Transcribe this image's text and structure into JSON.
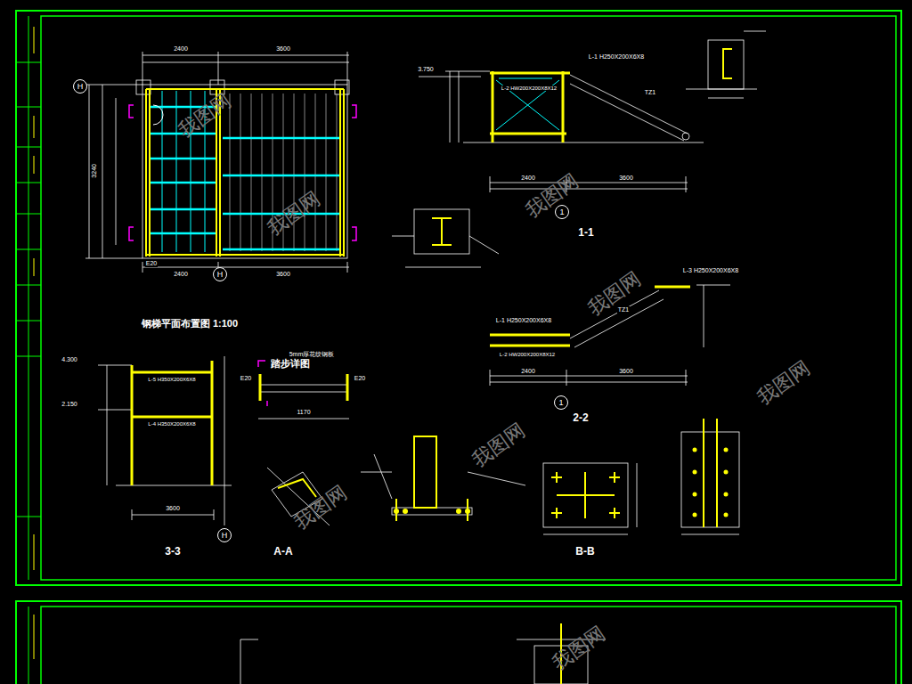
{
  "diagram": {
    "nodes": [
      {
        "text": [
          "H"
        ]
      },
      {
        "text": [
          "H"
        ]
      },
      {
        "text": [
          "1"
        ]
      },
      {
        "text": [
          "1"
        ]
      },
      {
        "text": [
          "H"
        ]
      }
    ],
    "labels": [
      "钢梯平面布置图 1:100",
      "1-1",
      "2-2",
      "3-3",
      "A-A",
      "B-B",
      "踏步详图",
      "2400",
      "3600",
      "3240",
      "2400",
      "3600",
      "2400",
      "3600",
      "L-1 H250X200X6X8",
      "L-2 HW200X200X8X12",
      "TZ1",
      "3.750",
      "L-3 H250X200X6X8",
      "L-1 H250X200X6X8",
      "L-2 HW200X200X8X12",
      "2400",
      "3600",
      "TZ1",
      "4.300",
      "2.150",
      "L-5 H350X200X6X8",
      "L-4 H350X200X6X8",
      "3600",
      "5mm厚花纹钢板",
      "1170",
      "E20",
      "E20",
      "E20",
      "我图网",
      "我图网",
      "我图网",
      "我图网",
      "我图网",
      "我图网",
      "我图网",
      "我图网"
    ]
  }
}
